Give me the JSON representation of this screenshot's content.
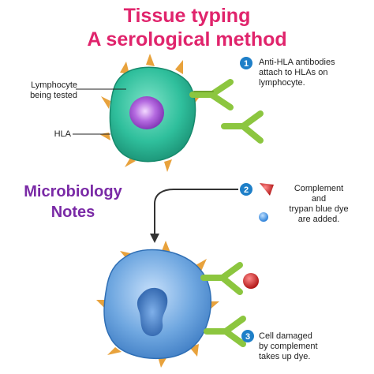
{
  "title": {
    "line1": "Tissue typing",
    "line2": "A serological method"
  },
  "side_note": {
    "line1": "Microbiology",
    "line2": "Notes"
  },
  "labels": {
    "lymphocyte_l1": "Lymphocyte",
    "lymphocyte_l2": "being tested",
    "hla": "HLA"
  },
  "steps": [
    {
      "number": "1",
      "lines": [
        "Anti-HLA antibodies",
        "attach to HLAs on",
        "lymphocyte."
      ]
    },
    {
      "number": "2",
      "lines": [
        "Complement",
        "and",
        "trypan blue dye",
        "are added."
      ]
    },
    {
      "number": "3",
      "lines": [
        "Cell damaged",
        "by complement",
        "takes up dye."
      ]
    }
  ],
  "colors": {
    "title": "#e0246c",
    "side_note": "#7a2aa6",
    "step_badge": "#1e7fc8",
    "live_cell": "#2fbf9c",
    "nucleus": "#9b4fd0",
    "damaged_cell": "#6fa7e0",
    "antibody": "#8cc63f",
    "hla_spike": "#e8a23c",
    "complement": "#d42a2a",
    "dye": "#3a8fe0"
  }
}
